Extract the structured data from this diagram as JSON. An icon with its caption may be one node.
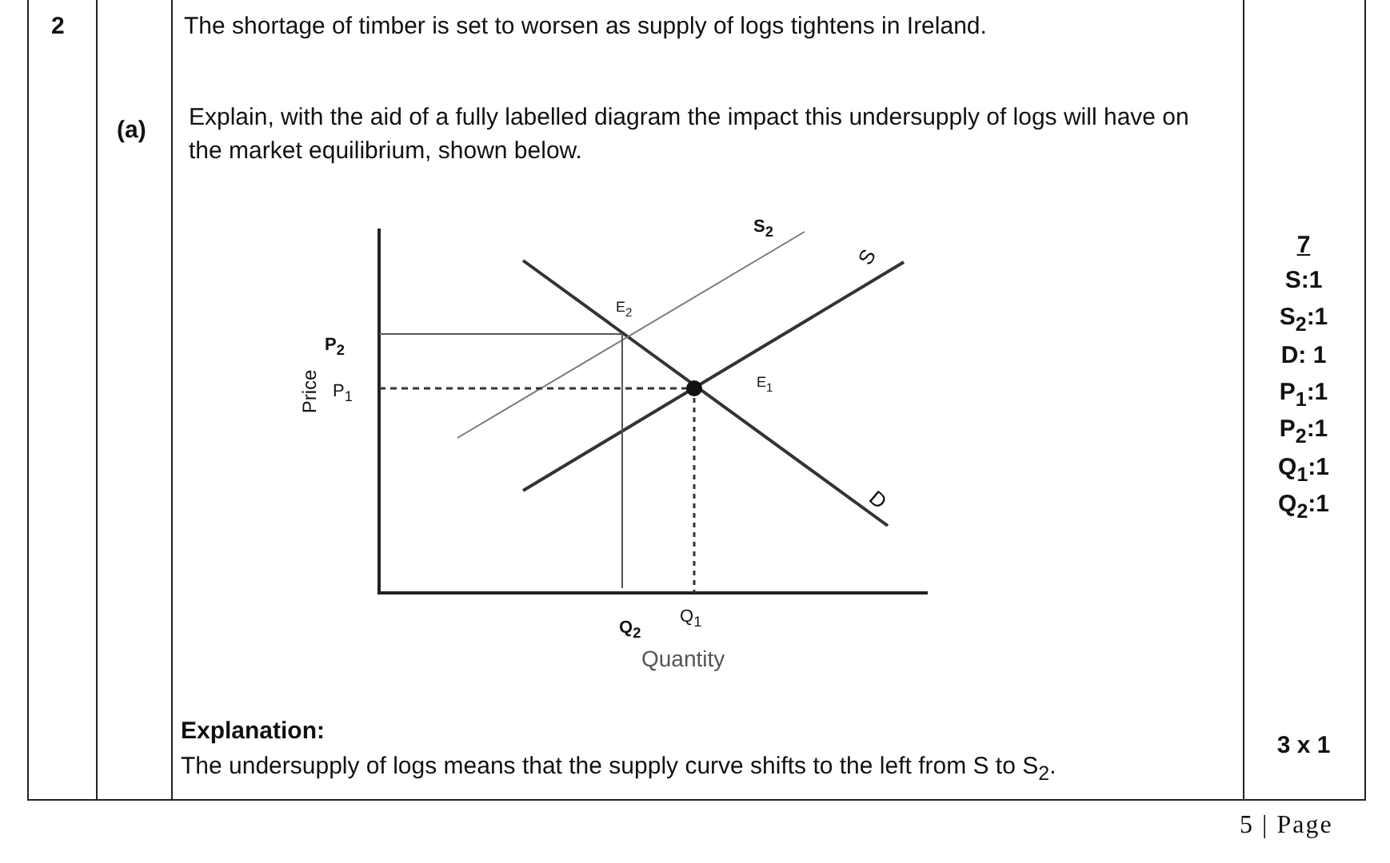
{
  "diagram": {
    "labels": [
      "2",
      "The shortage of timber is set to worsen as supply of logs tightens in Ireland.",
      "(a)",
      "Explain, with the aid of a fully labelled diagram the impact this undersupply of logs will have on the market equilibrium, shown below.",
      "S$_{2}$",
      "S",
      "E$_{2}$",
      "P$_{2}$",
      "Price",
      "P$_{1}$",
      "E$_{1}$",
      "D",
      "Q$_{2}$",
      "Q$_{1}$",
      "Quantity",
      "7",
      "S:1",
      "S$_{2}$:1",
      "D: 1",
      "P$_{1}$:1",
      "P$_{2}$:1",
      "Q$_{1}$:1",
      "Q$_{2}$:1",
      "Explanation:",
      "The undersupply of logs means that the supply curve shifts to the left from S to S$_{2}$.",
      "3 x 1",
      "5 | Page"
    ]
  }
}
